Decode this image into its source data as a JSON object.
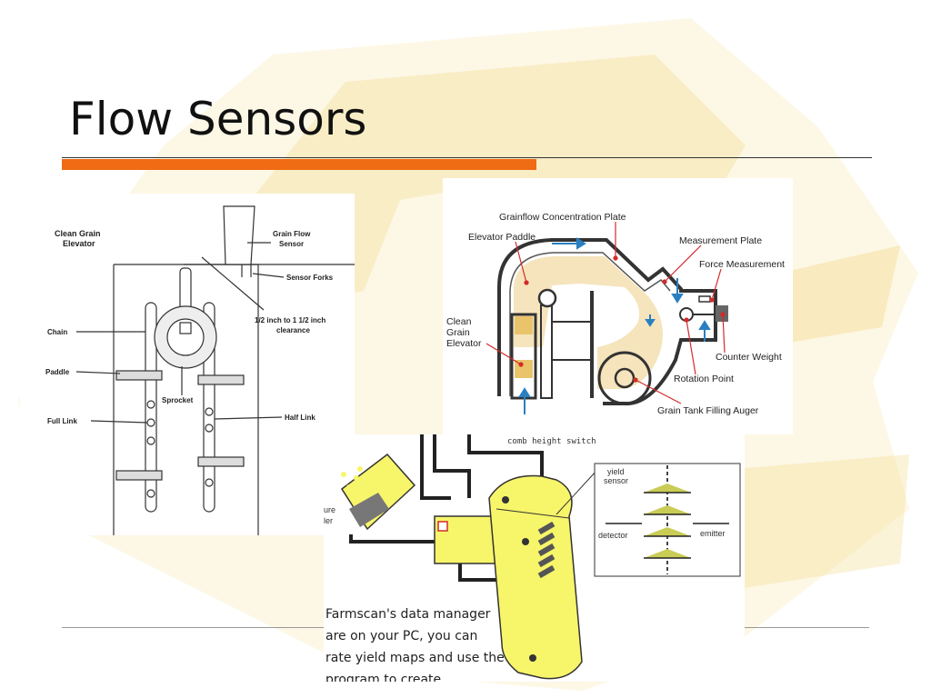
{
  "slide": {
    "title": "Flow Sensors"
  },
  "colors": {
    "accent": "#ef6b14",
    "watermark": "#f7e6b0",
    "grain": "#e9c46a",
    "sensor_yellow": "#f7f56a",
    "arrow_blue": "#2a7fc1",
    "label_red": "#d42a2a"
  },
  "left_diagram": {
    "labels": {
      "clean_grain_elevator_1": "Clean Grain",
      "clean_grain_elevator_2": "Elevator",
      "grain_flow_sensor_1": "Grain Flow",
      "grain_flow_sensor_2": "Sensor",
      "sensor_forks": "Sensor Forks",
      "clearance_1": "1/2 inch to 1 1/2 inch",
      "clearance_2": "clearance",
      "chain": "Chain",
      "paddle": "Paddle",
      "sprocket": "Sprocket",
      "full_link": "Full Link",
      "half_link": "Half Link"
    }
  },
  "right_diagram": {
    "labels": {
      "concentration_plate": "Grainflow Concentration Plate",
      "elevator_paddle": "Elevator Paddle",
      "measurement_plate": "Measurement Plate",
      "force_measurement": "Force Measurement",
      "clean_1": "Clean",
      "clean_2": "Grain",
      "clean_3": "Elevator",
      "counter_weight": "Counter Weight",
      "rotation_point": "Rotation Point",
      "filling_auger": "Grain Tank Filling Auger"
    }
  },
  "bottom_diagram": {
    "labels": {
      "comb_height_switch": "comb height switch",
      "yield_sensor_1": "yield",
      "yield_sensor_2": "sensor",
      "detector": "detector",
      "emitter": "emitter",
      "cut_left_1": "ure",
      "cut_left_2": "ler"
    },
    "caption_lines": [
      "Farmscan's data manager",
      "are on your PC, you can",
      "rate yield maps and use the",
      "program to create"
    ]
  }
}
